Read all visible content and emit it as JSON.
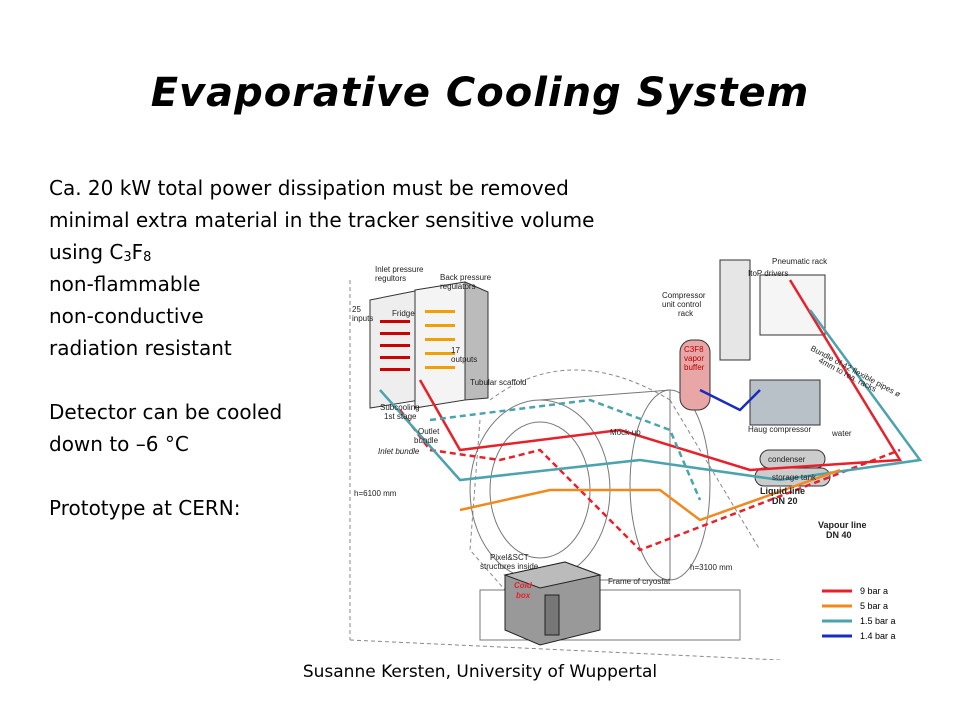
{
  "slide": {
    "title": "Evaporative Cooling System",
    "bullets": {
      "power": "Ca. 20 kW total power dissipation must be removed",
      "material": "minimal extra material in the tracker sensitive volume",
      "using_prefix": "using C",
      "c_sub": "3",
      "f": "F",
      "f_sub": "8",
      "nonflammable": "non-flammable",
      "nonconductive": "non-conductive",
      "radiation": "radiation resistant",
      "cooled1": "Detector can be cooled",
      "cooled2": "down to –6 °C",
      "prototype": "Prototype at CERN:"
    },
    "footer": "Susanne Kersten, University of Wuppertal"
  },
  "diagram": {
    "labels": {
      "inlet_regulators": "Inlet pressure",
      "inlet_regulators2": "regultors",
      "back_regulators": "Back pressure",
      "back_regulators2": "regulators",
      "fridge": "Fridge",
      "inputs_num": "25",
      "inputs": "inputs",
      "outputs_num": "17",
      "outputs": "outputs",
      "tubular": "Tubular scaffold",
      "subcooling": "Subcooling",
      "subcooling2": "1st stage",
      "outlet": "Outlet",
      "outlet2": "bundle",
      "inlet_bundle": "Inlet bundle",
      "h6100": "h=6100 mm",
      "mockup": "Mock-up",
      "compressor_rack": "Compressor",
      "compressor_rack2": "unit control",
      "compressor_rack3": "rack",
      "itop": "ItoP drivers",
      "pneumatic": "Pneumatic rack",
      "c3f8": "C3F8",
      "vapor": "vapor",
      "buffer": "buffer",
      "bundle42": "Bundle of 42 flexible pipes ø",
      "bundle42b": "4mm to rea. racks",
      "haug": "Haug compressor",
      "condenser": "condenser",
      "water": "water",
      "storage": "storage tank",
      "liquid": "Liquid line",
      "liquid2": "DN 20",
      "vapour": "Vapour line",
      "vapour2": "DN 40",
      "pixel": "Pixel&SCT",
      "pixel2": "structures inside",
      "frame": "Frame of cryostat",
      "h3100": "h=3100 mm",
      "cold": "Cold",
      "box": "box"
    },
    "legend": [
      {
        "label": "9 bar a",
        "color": "#e8202a"
      },
      {
        "label": "5 bar a",
        "color": "#f08a1e"
      },
      {
        "label": "1.5 bar a",
        "color": "#4ba3ad"
      },
      {
        "label": "1.4 bar a",
        "color": "#1a2bc2"
      }
    ]
  }
}
